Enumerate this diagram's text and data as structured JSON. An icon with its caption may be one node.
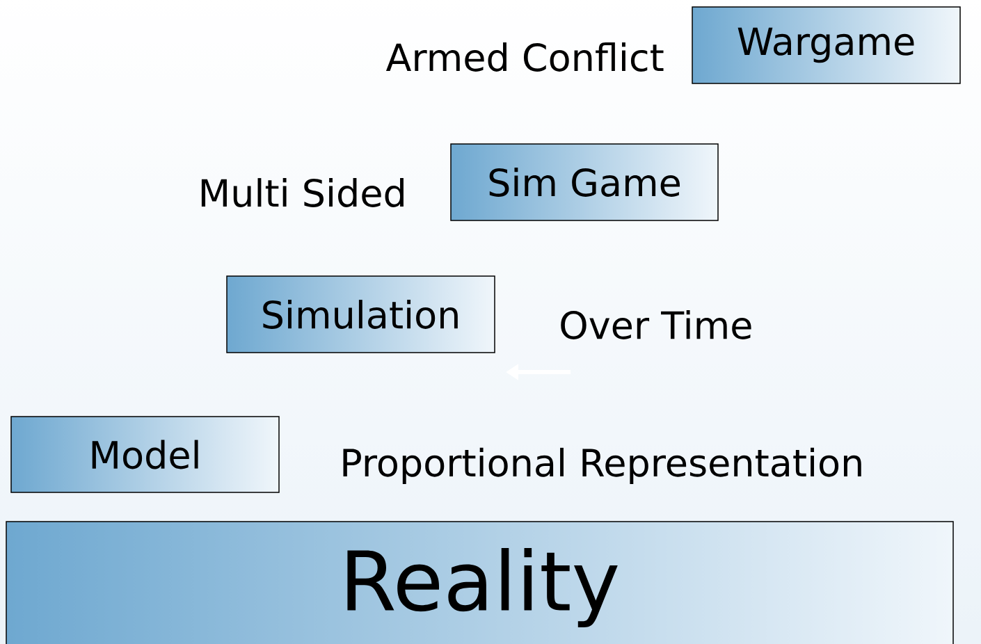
{
  "diagram": {
    "nodes": [
      {
        "text": [
          "Wargame"
        ],
        "beside": [
          "Armed Conflict"
        ]
      },
      {
        "text": [
          "Sim Game"
        ],
        "beside": [
          "Multi Sided"
        ]
      },
      {
        "text": [
          "Simulation"
        ],
        "beside": [
          "Over Time"
        ]
      },
      {
        "text": [
          "Model"
        ]
      },
      {
        "text": [
          "Reality"
        ]
      }
    ],
    "labels": [
      "Proportional Representation"
    ]
  }
}
